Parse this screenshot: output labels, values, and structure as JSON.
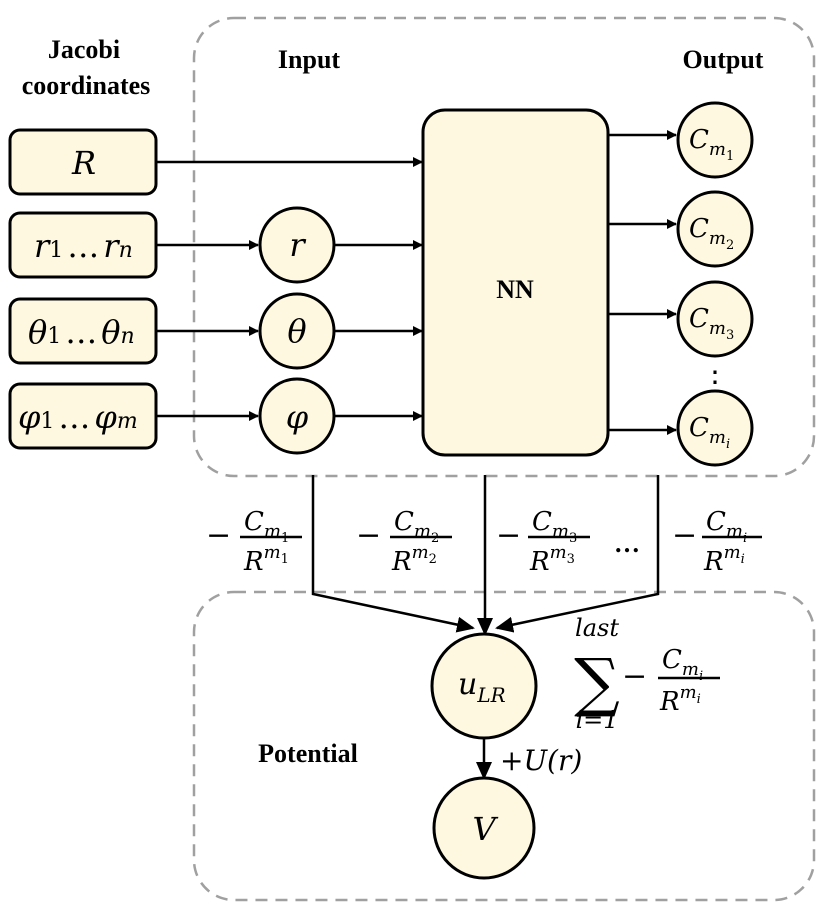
{
  "labels": {
    "jacobi_line1": "Jacobi",
    "jacobi_line2": "coordinates",
    "input": "Input",
    "output": "Output",
    "nn": "NN",
    "potential": "Potential",
    "ellipsis": "…",
    "vertical_ellipsis": "⋮"
  },
  "inputs": {
    "R": "R",
    "r_var": "r",
    "theta_var": "θ",
    "theta_sub_1": "1",
    "theta_sub_n": "n",
    "phi_var": "φ",
    "phi_sub_1": "1",
    "phi_sub_m": "m"
  },
  "input_nodes": {
    "r": "r",
    "theta": "θ",
    "phi": "φ"
  },
  "outputs": {
    "c_letter": "C",
    "m_letter": "m",
    "sub_1": "1",
    "sub_2": "2",
    "sub_3": "3",
    "sub_i": "i"
  },
  "edges": {
    "minus": "−",
    "R_letter": "R"
  },
  "sum": {
    "symbol": "∑",
    "top": "last",
    "bottom": "i=1"
  },
  "nodes": {
    "u_letter": "u",
    "u_sub": "LR",
    "V": "V",
    "plus_term": "+U(r)"
  }
}
